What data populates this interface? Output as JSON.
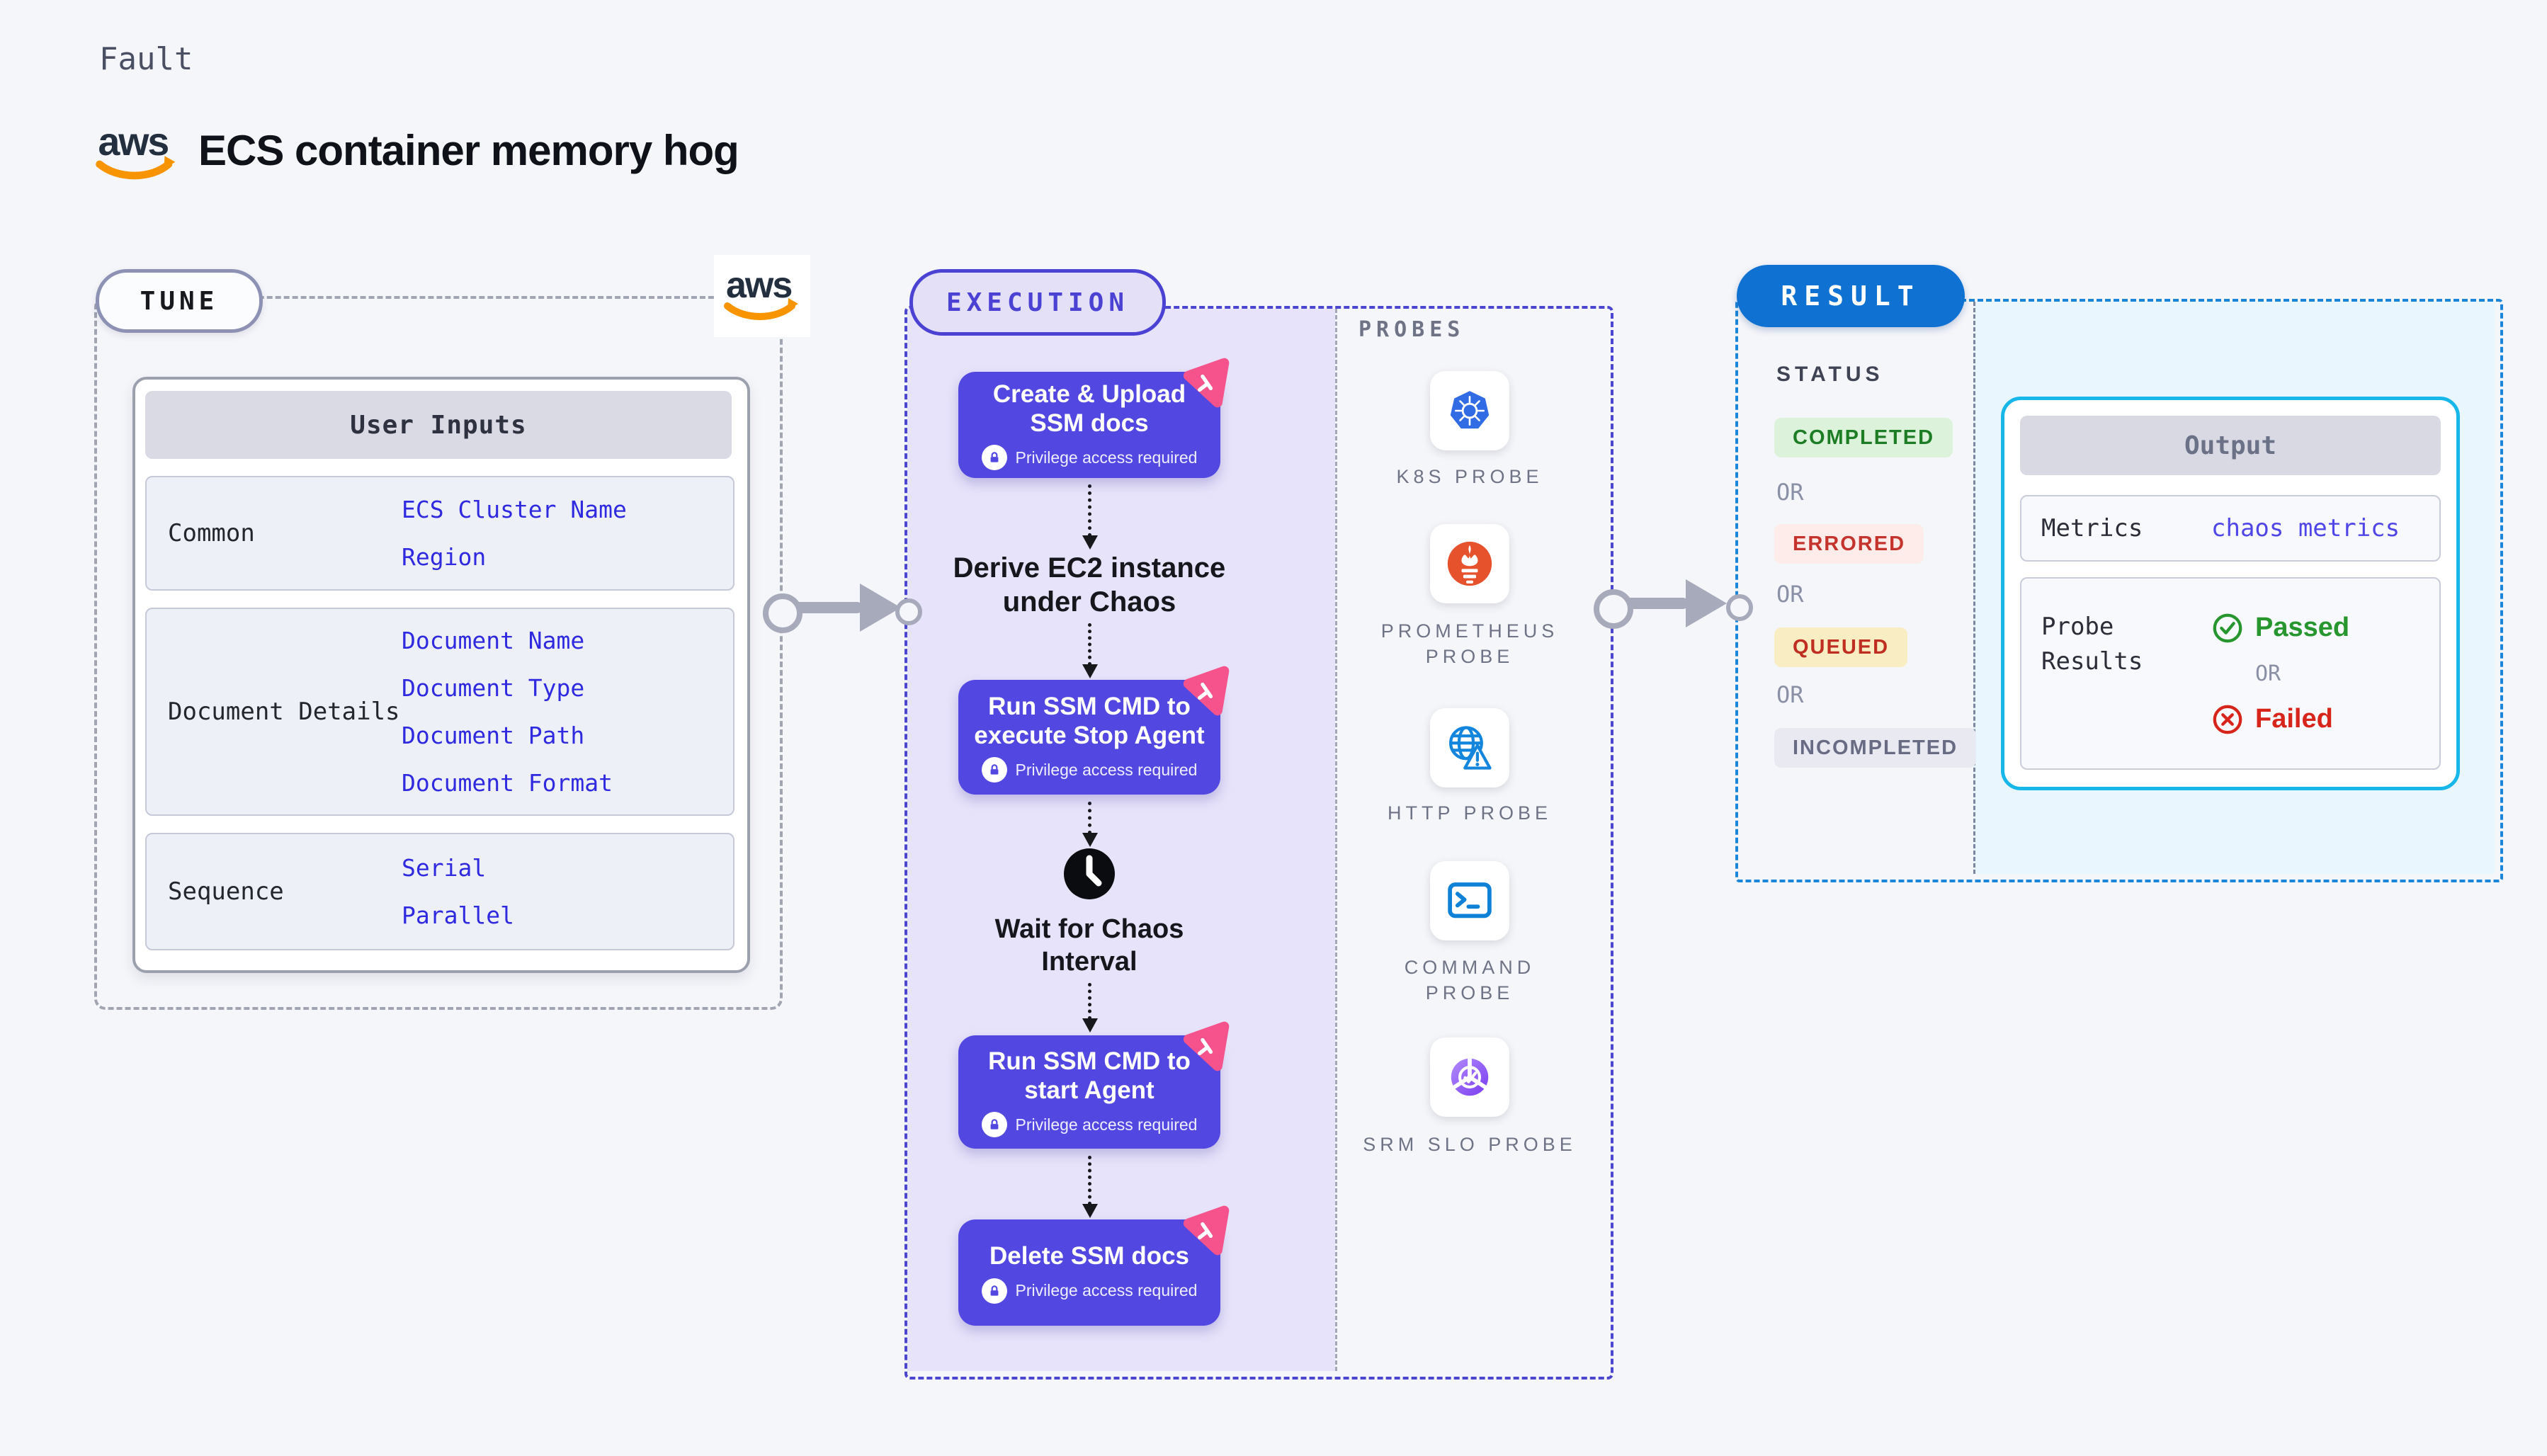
{
  "header": {
    "kicker": "Fault",
    "title": "ECS container memory hog",
    "aws_logo_text": "aws"
  },
  "tune": {
    "badge": "TUNE",
    "aws_logo_text": "aws",
    "table": {
      "title": "User Inputs",
      "rows": [
        {
          "label": "Common",
          "values": [
            "ECS Cluster Name",
            "Region"
          ]
        },
        {
          "label": "Document Details",
          "values": [
            "Document Name",
            "Document Type",
            "Document Path",
            "Document Format"
          ]
        },
        {
          "label": "Sequence",
          "values": [
            "Serial",
            "Parallel"
          ]
        }
      ]
    }
  },
  "execution": {
    "badge": "EXECUTION",
    "privilege_note": "Privilege access required",
    "steps": {
      "create_upload": "Create & Upload SSM docs",
      "derive": "Derive EC2 instance under Chaos",
      "stop_agent": "Run SSM CMD to execute Stop Agent",
      "wait": "Wait for Chaos Interval",
      "start_agent": "Run SSM CMD to start Agent",
      "delete_docs": "Delete SSM docs"
    }
  },
  "probes": {
    "heading": "PROBES",
    "items": [
      {
        "label": "K8S PROBE",
        "icon": "kubernetes-icon"
      },
      {
        "label": "PROMETHEUS PROBE",
        "icon": "prometheus-icon"
      },
      {
        "label": "HTTP PROBE",
        "icon": "http-globe-icon"
      },
      {
        "label": "COMMAND PROBE",
        "icon": "terminal-icon"
      },
      {
        "label": "SRM SLO PROBE",
        "icon": "srm-slo-icon"
      }
    ]
  },
  "result": {
    "badge": "RESULT",
    "status_heading": "STATUS",
    "or": "OR",
    "statuses": [
      "COMPLETED",
      "ERRORED",
      "QUEUED",
      "INCOMPLETED"
    ],
    "output": {
      "title": "Output",
      "metrics_label": "Metrics",
      "metrics_value": "chaos metrics",
      "probe_results_label": "Probe Results",
      "passed": "Passed",
      "or": "OR",
      "failed": "Failed"
    }
  },
  "colors": {
    "accent_purple": "#5247e0",
    "accent_indigo": "#4b42d4",
    "result_blue": "#0f72d2",
    "output_border_cyan": "#18b7ea",
    "value_blue": "#2f2ae0",
    "passed_green": "#27962e",
    "failed_red": "#d8251c",
    "pink_badge": "#f6538c"
  }
}
